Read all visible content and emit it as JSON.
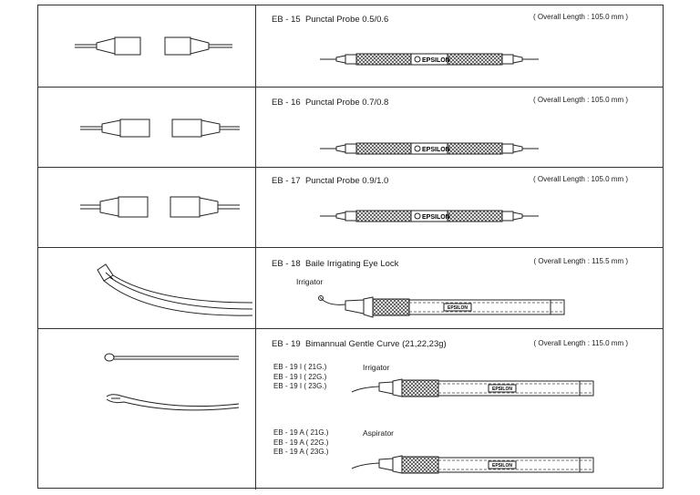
{
  "brand": "EPSILON",
  "items": [
    {
      "code": "EB - 15",
      "name": "Punctal Probe 0.5/0.6",
      "length": "( Overall Length : 105.0 mm )"
    },
    {
      "code": "EB - 16",
      "name": "Punctal Probe 0.7/0.8",
      "length": "( Overall Length : 105.0 mm )"
    },
    {
      "code": "EB - 17",
      "name": "Punctal Probe 0.9/1.0",
      "length": "( Overall Length : 105.0 mm )"
    },
    {
      "code": "EB - 18",
      "name": "Baile Irrigating Eye Lock",
      "length": "( Overall Length : 115.5 mm )",
      "sublabel": "Irrigator"
    },
    {
      "code": "EB - 19",
      "name": "Bimannual Gentle Curve (21,22,23g)",
      "length": "( Overall Length : 115.0 mm )",
      "irrigator_label": "Irrigator",
      "aspirator_label": "Aspirator",
      "irrigator_codes": [
        "EB - 19 I ( 21G.)",
        "EB - 19 I ( 22G.)",
        "EB - 19 I ( 23G.)"
      ],
      "aspirator_codes": [
        "EB - 19 A ( 21G.)",
        "EB - 19 A ( 22G.)",
        "EB - 19 A ( 23G.)"
      ]
    }
  ]
}
